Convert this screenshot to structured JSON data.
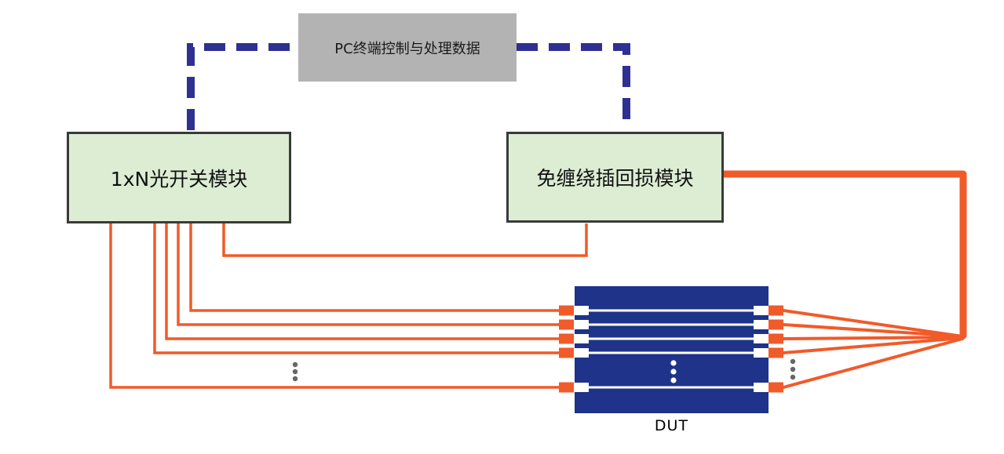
{
  "colors": {
    "orange": "#f15a29",
    "navy": "#2e3192",
    "dut-blue": "#1e3389",
    "green-fill": "#dcedd3",
    "green-border": "#3a3a3a",
    "gray-fill": "#b3b3b3",
    "dot-gray": "#666666",
    "text-dark": "#1a1a1a"
  },
  "diagram": {
    "pc_box": {
      "label": "PC终端控制与处理数据"
    },
    "switch_box": {
      "label": "1xN光开关模块"
    },
    "loss_box": {
      "label": "免缠绕插回损模块"
    },
    "dut": {
      "label": "DUT"
    }
  }
}
